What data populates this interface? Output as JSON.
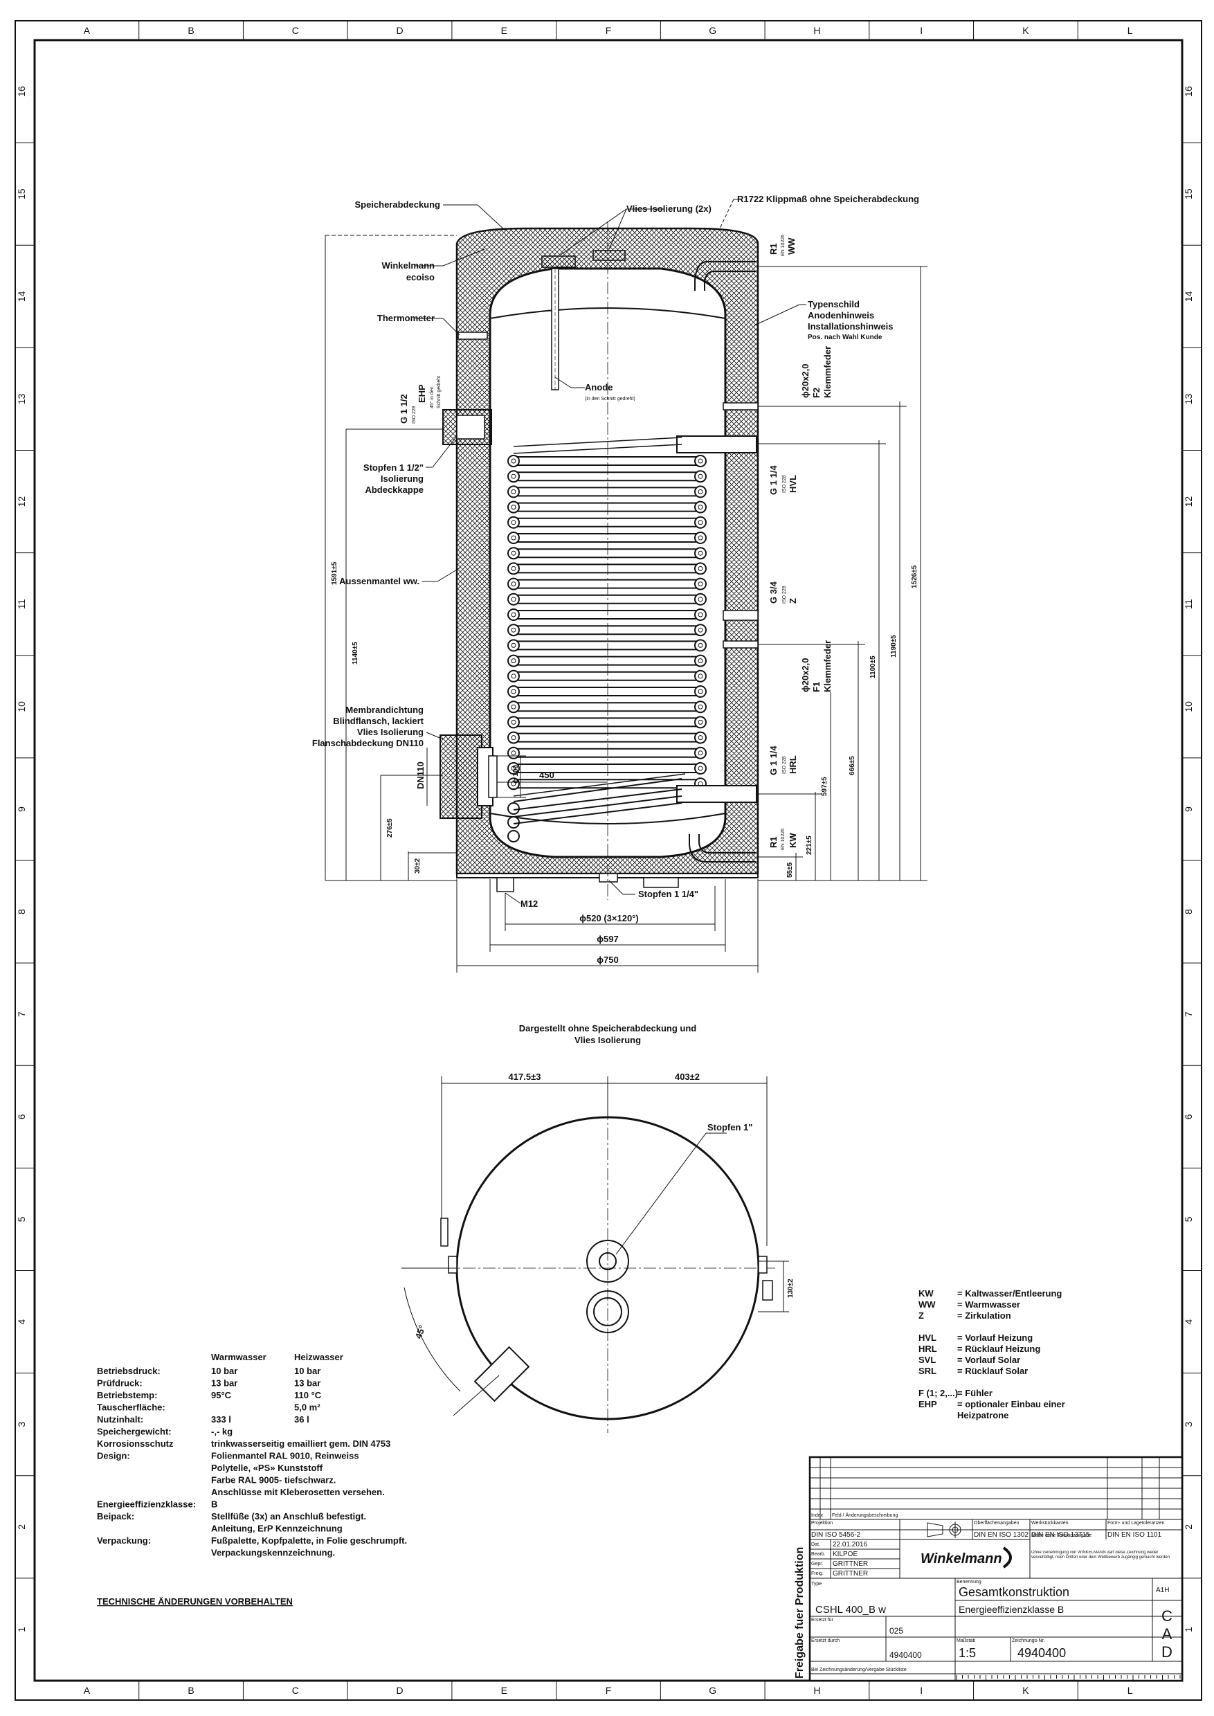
{
  "grid": {
    "columns": [
      "A",
      "B",
      "C",
      "D",
      "E",
      "F",
      "G",
      "H",
      "I",
      "K",
      "L"
    ],
    "rows": [
      "16",
      "15",
      "14",
      "13",
      "12",
      "11",
      "10",
      "9",
      "8",
      "7",
      "6",
      "5",
      "4",
      "3",
      "2",
      "1"
    ]
  },
  "section_labels": {
    "speicherabdeckung": "Speicherabdeckung",
    "vlies": "Vlies Isolierung (2x)",
    "klippmass": "R1722 Klippmaß ohne Speicherabdeckung",
    "winkelmann1": "Winkelmann",
    "winkelmann2": "ecoiso",
    "thermometer": "Thermometer",
    "anode": "Anode",
    "anode_sub": "(in den Schnitt gedreht)",
    "typenschild1": "Typenschild",
    "typenschild2": "Anodenhinweis",
    "typenschild3": "Installationshinweis",
    "typenschild4": "Pos. nach Wahl Kunde",
    "stopfen1": "Stopfen 1 1/2\"",
    "stopfen2": "Isolierung",
    "stopfen3": "Abdeckkappe",
    "aussenmantel": "Aussenmantel ww.",
    "membran1": "Membrandichtung",
    "membran2": "Blindflansch, lackiert",
    "membran3": "Vlies Isolierung",
    "membran4": "Flanschabdeckung DN110",
    "m12": "M12",
    "stopfen114": "Stopfen 1 1/4\"",
    "d520": "ϕ520 (3×120°)",
    "d597": "ϕ597",
    "d750": "ϕ750",
    "d100": "ϕ 100",
    "d450": "450",
    "dn110": "DN110",
    "r1_ww": "R1",
    "r1_ww_iso": "EN 10226",
    "r1_ww_name": "WW",
    "phi20_f2": "ϕ20x2,0",
    "f2": "F2",
    "f2_k": "Klemmfeder",
    "g114_hvl": "G 1 1/4",
    "iso228_hvl": "ISO 228",
    "hvl": "HVL",
    "g34": "G 3/4",
    "iso228_z": "ISO 228",
    "z": "Z",
    "phi20_f1": "ϕ20x2,0",
    "f1": "F1",
    "f1_k": "Klemmfeder",
    "g114_hrl": "G 1 1/4",
    "iso228_hrl": "ISO 228",
    "hrl": "HRL",
    "r1_kw": "R1",
    "r1_kw_iso": "EN 10226",
    "kw": "KW",
    "g112": "G 1 1/2",
    "iso228_ehp": "ISO 228",
    "ehp": "EHP",
    "ehp_note1": "45° in den",
    "ehp_note2": "Schnitt gedreht"
  },
  "dimensions": {
    "d1591": "1591±5",
    "d1140": "1140±5",
    "d276": "276±5",
    "d30": "30±2",
    "d1526": "1526±5",
    "d1190": "1190±5",
    "d1100": "1100±5",
    "d666": "666±5",
    "d597": "597±5",
    "d221": "221±5",
    "d55": "55±5"
  },
  "top_view": {
    "caption1": "Dargestellt ohne Speicherabdeckung und",
    "caption2": "Vlies Isolierung",
    "dim_left": "417.5±3",
    "dim_right": "403±2",
    "stopfen": "Stopfen 1\"",
    "dim_130": "130±2",
    "angle": "45°"
  },
  "legend": [
    {
      "code": "KW",
      "desc": "= Kaltwasser/Entleerung"
    },
    {
      "code": "WW",
      "desc": "= Warmwasser"
    },
    {
      "code": "Z",
      "desc": "= Zirkulation"
    },
    {
      "code": "",
      "desc": ""
    },
    {
      "code": "HVL",
      "desc": "= Vorlauf Heizung"
    },
    {
      "code": "HRL",
      "desc": "= Rücklauf Heizung"
    },
    {
      "code": "SVL",
      "desc": "= Vorlauf Solar"
    },
    {
      "code": "SRL",
      "desc": "= Rücklauf Solar"
    },
    {
      "code": "",
      "desc": ""
    },
    {
      "code": "F (1; 2,...)",
      "desc": "= Fühler"
    },
    {
      "code": "EHP",
      "desc": "= optionaler Einbau einer"
    },
    {
      "code": "",
      "desc": "Heizpatrone"
    }
  ],
  "specs": {
    "col_ww": "Warmwasser",
    "col_hw": "Heizwasser",
    "rows": [
      {
        "label": "Betriebsdruck:",
        "ww": "10 bar",
        "hw": "10 bar"
      },
      {
        "label": "Prüfdruck:",
        "ww": "13 bar",
        "hw": "13 bar"
      },
      {
        "label": "Betriebstemp:",
        "ww": "95°C",
        "hw": "110 °C"
      },
      {
        "label": "Tauscherfläche:",
        "ww": "",
        "hw": "5,0 m²"
      },
      {
        "label": "Nutzinhalt:",
        "ww": "333 l",
        "hw": "36 l"
      },
      {
        "label": "Speichergewicht:",
        "ww": "-,- kg",
        "hw": ""
      },
      {
        "label": "Korrosionsschutz",
        "ww": "trinkwasserseitig emailliert gem. DIN 4753",
        "hw": ""
      },
      {
        "label": "Design:",
        "ww": "Folienmantel RAL 9010, Reinweiss",
        "hw": ""
      },
      {
        "label": "",
        "ww": "Polytelle, «PS» Kunststoff",
        "hw": ""
      },
      {
        "label": "",
        "ww": "Farbe RAL 9005- tiefschwarz.",
        "hw": ""
      },
      {
        "label": "",
        "ww": "Anschlüsse mit Kleberosetten versehen.",
        "hw": ""
      },
      {
        "label": "Energieeffizienzklasse:",
        "ww": "B",
        "hw": ""
      },
      {
        "label": "Beipack:",
        "ww": "Stellfüße (3x) an Anschluß befestigt.",
        "hw": ""
      },
      {
        "label": "",
        "ww": "Anleitung, ErP Kennzeichnung",
        "hw": ""
      },
      {
        "label": "Verpackung:",
        "ww": "Fußpalette, Kopfpalette, in Folie geschrumpft.",
        "hw": ""
      },
      {
        "label": "",
        "ww": "Verpackungskennzeichnung.",
        "hw": ""
      }
    ],
    "footer": "TECHNISCHE ÄNDERUNGEN VORBEHALTEN"
  },
  "title_block": {
    "side": "Freigabe fuer Produktion",
    "norm1": "DIN ISO 5456-2",
    "norm2": "DIN EN ISO 1302",
    "norm3": "DIN EN ISO 13715",
    "norm4": "DIN EN ISO 1101",
    "date": "22.01.2016",
    "bearb": "KILPOE",
    "gepr": "GRITTNER",
    "freig": "GRITTNER",
    "logo": "Winkelmann",
    "title": "Gesamtkonstruktion",
    "subtitle": "Energieeffizienzklasse B",
    "type": "CSHL 400_B w",
    "type_label": "Type",
    "format": "A1H",
    "n025": "025",
    "n_left": "4940400",
    "scale": "1:5",
    "drawing_no": "4940400",
    "cad1": "C",
    "cad2": "A",
    "cad3": "D",
    "lbl_index": "Index",
    "lbl_feld": "Feld / Änderungsbeschreibung",
    "lbl_proj": "Projektion",
    "lbl_oberfl": "Oberflächenangaben",
    "lbl_werkst": "Werkstückkanten",
    "lbl_form": "Form- und Lagetoleranzen",
    "lbl_dat": "Dat.",
    "lbl_bearb": "Bearb.",
    "lbl_gepr": "Gepr.",
    "lbl_freig": "Freig.",
    "lbl_tol": "Maße ohne Toleranzangabe",
    "lbl_note": "Ohne Genehmigung von WINKELMANN darf diese Zeichnung weder vervielfältigt, noch Dritten oder dem Wettbewerb zugängig gemacht werden.",
    "lbl_benennung": "Benennung",
    "lbl_massstab": "Maßstab",
    "lbl_zeichnr": "Zeichnungs-Nr.",
    "lbl_ersetzt": "Ersetzt für",
    "lbl_ersetzt_d": "Ersetzt durch",
    "lbl_bottom": "Bei Zeichnungsänderung/Vergabe Stückliste"
  }
}
